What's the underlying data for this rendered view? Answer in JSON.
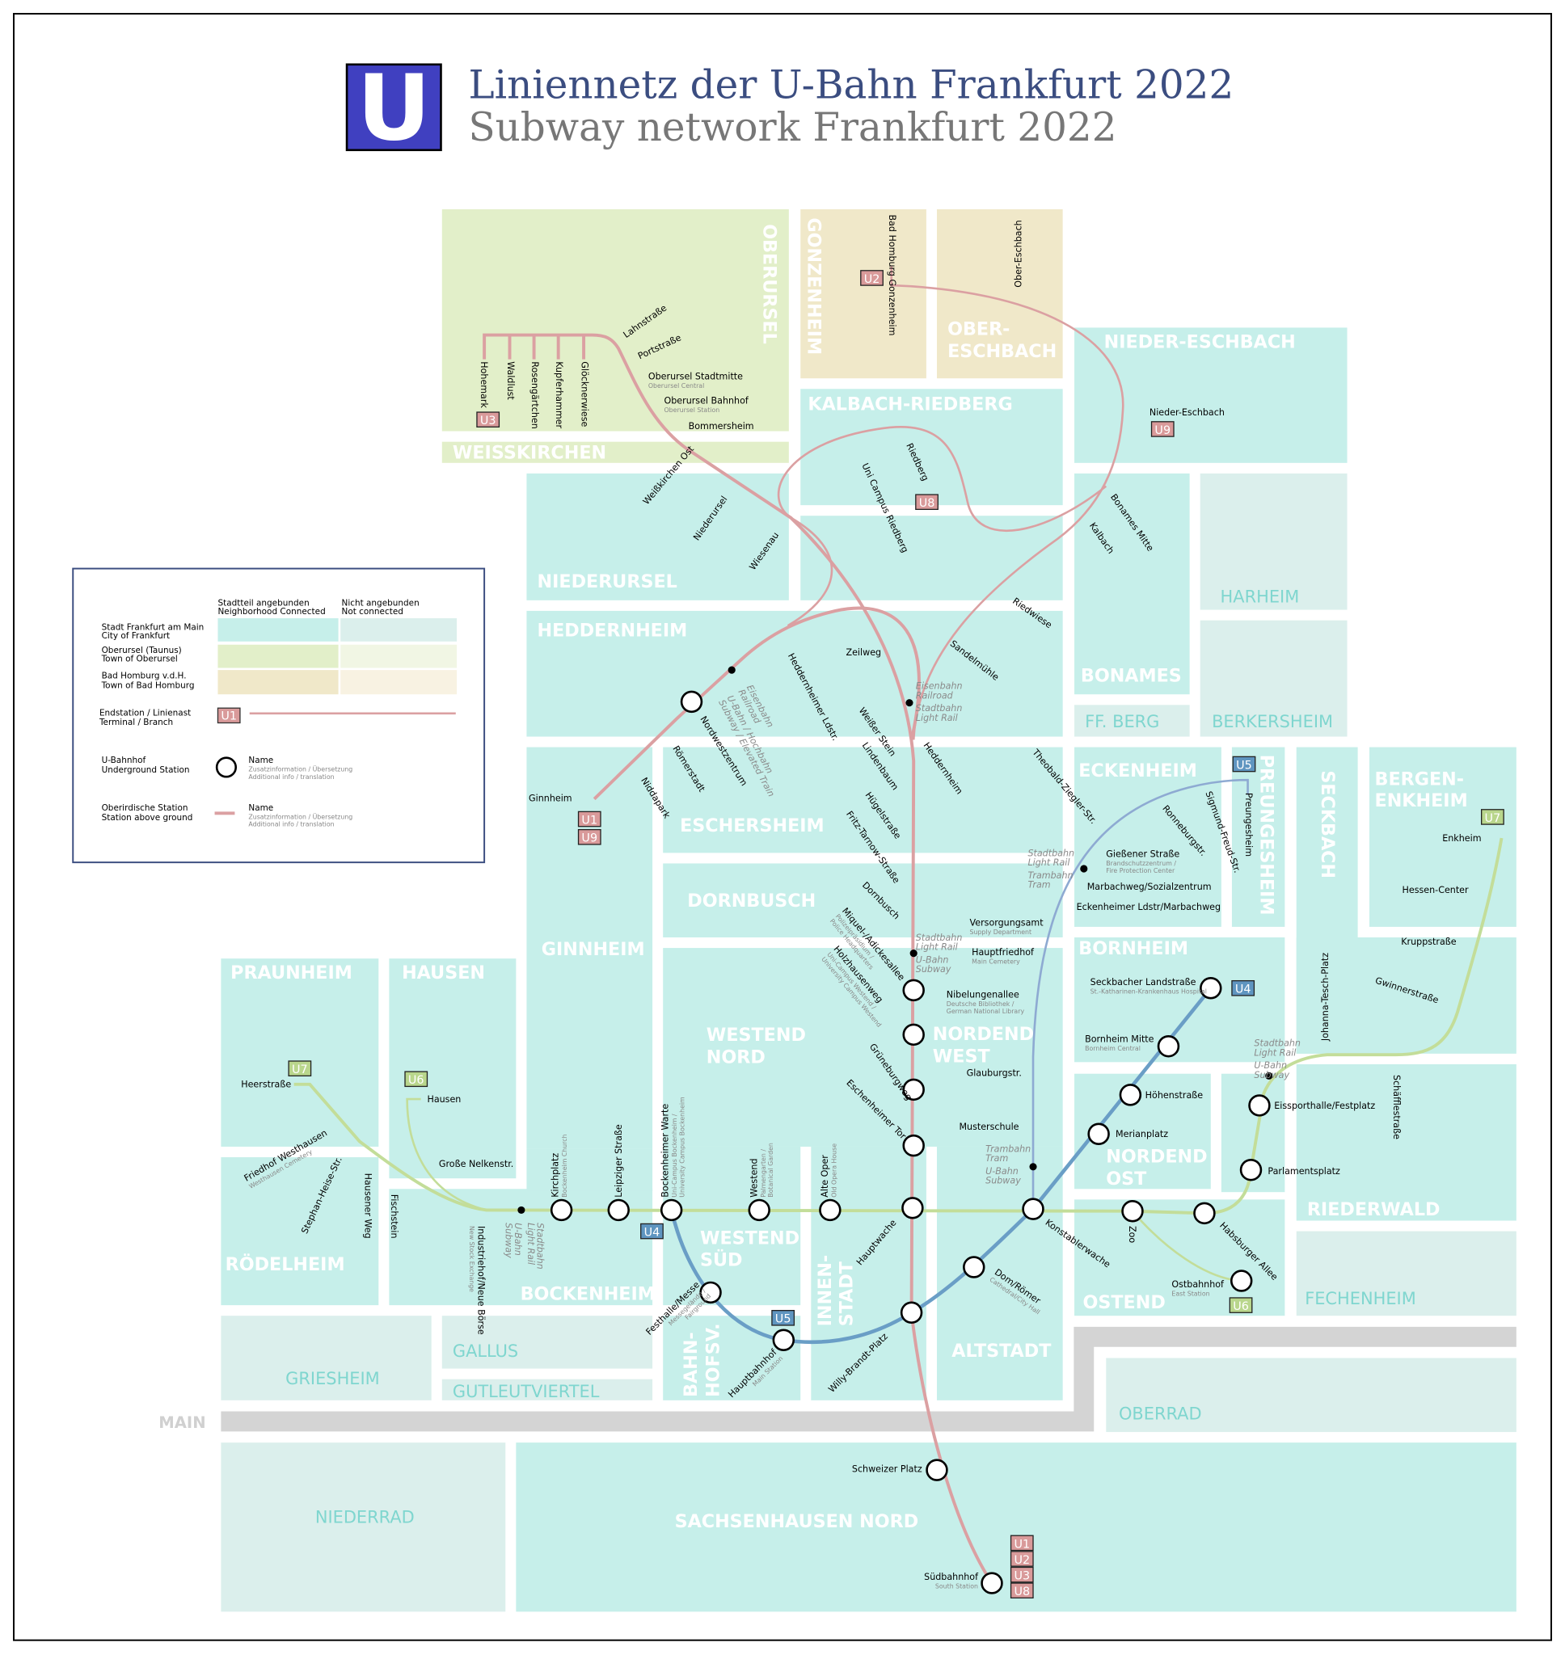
{
  "title": {
    "de": "Liniennetz der U-Bahn Frankfurt 2022",
    "en": "Subway network Frankfurt 2022",
    "logo_letter": "U"
  },
  "colors": {
    "frankfurt": "#c6efea",
    "frankfurt_nc": "#dbefec",
    "oberursel": "#e2efc9",
    "oberursel_nc": "#f1f6e4",
    "badhomburg": "#f0e8c9",
    "badhomburg_nc": "#f8f2e2",
    "pink": "#dba0a2",
    "blue_u4": "#6a9ec6",
    "blue_u5": "#8eaad2",
    "green": "#c3dd99",
    "river": "#d4d4d4",
    "title": "#3b4d80",
    "subtitle": "#777777",
    "logo": "#4040c0"
  },
  "legend": {
    "col1": [
      "Stadtteil angebunden",
      "Neighborhood Connected"
    ],
    "col2": [
      "Nicht angebunden",
      "Not connected"
    ],
    "rows": [
      [
        "Stadt Frankfurt am Main",
        "City of Frankfurt"
      ],
      [
        "Oberursel (Taunus)",
        "Town of Oberursel"
      ],
      [
        "Bad Homburg v.d.H.",
        "Town of Bad Homburg"
      ]
    ],
    "terminal": [
      "Endstation / Linienast",
      "Terminal / Branch"
    ],
    "terminal_badge": "U1",
    "underground": [
      "U-Bahnhof",
      "Underground Station"
    ],
    "above": [
      "Oberirdische Station",
      "Station above ground"
    ],
    "name": "Name",
    "info": [
      "Zusatzinformation / Übersetzung",
      "Additional info / translation"
    ]
  },
  "river": "MAIN",
  "districts": [
    "OBERURSEL",
    "WEISSKIRCHEN",
    "GONZENHEIM",
    "OBER-",
    "ESCHBACH",
    "NIEDER-ESCHBACH",
    "KALBACH-RIEDBERG",
    "NIEDERURSEL",
    "HEDDERNHEIM",
    "BONAMES",
    "HARHEIM",
    "BERKERSHEIM",
    "FF. BERG",
    "GINNHEIM",
    "ESCHERSHEIM",
    "DORNBUSCH",
    "ECKENHEIM",
    "PREUNGESHEIM",
    "SECKBACH",
    "BERGEN-",
    "ENKHEIM",
    "WESTEND",
    "NORD",
    "NORDEND",
    "WEST",
    "BORNHEIM",
    "NORDEND",
    "OST",
    "RIEDERWALD",
    "FECHENHEIM",
    "OSTEND",
    "PRAUNHEIM",
    "HAUSEN",
    "RÖDELHEIM",
    "BOCKENHEIM",
    "WESTEND",
    "SÜD",
    "INNEN-",
    "STADT",
    "ALTSTADT",
    "BAHNHOFSV.",
    "GRIESHEIM",
    "GALLUS",
    "GUTLEUTVIERTEL",
    "OBERRAD",
    "NIEDERRAD",
    "SACHSENHAUSEN NORD",
    "BAHN-",
    "HOFSV."
  ],
  "stations": [
    {
      "name": "Hohemark"
    },
    {
      "name": "Waldlust"
    },
    {
      "name": "Rosengärtchen"
    },
    {
      "name": "Kupferhammer"
    },
    {
      "name": "Glöcknerwiese"
    },
    {
      "name": "Lahnstraße"
    },
    {
      "name": "Portstraße"
    },
    {
      "name": "Oberursel Stadtmitte",
      "sub": "Oberursel Central"
    },
    {
      "name": "Oberursel Bahnhof",
      "sub": "Oberursel Station"
    },
    {
      "name": "Bommersheim"
    },
    {
      "name": "Weißkirchen Ost"
    },
    {
      "name": "Niederursel"
    },
    {
      "name": "Wiesenau"
    },
    {
      "name": "Uni Campus Riedberg"
    },
    {
      "name": "Riedberg"
    },
    {
      "name": "Bad Homburg Gonzenheim"
    },
    {
      "name": "Ober-Eschbach"
    },
    {
      "name": "Nieder-Eschbach"
    },
    {
      "name": "Bonames Mitte"
    },
    {
      "name": "Kalbach"
    },
    {
      "name": "Riedwiese"
    },
    {
      "name": "Sandelmühle"
    },
    {
      "name": "Zeilweg"
    },
    {
      "name": "Heddernheimer Ldstr."
    },
    {
      "name": "Nordwestzentrum"
    },
    {
      "name": "Römerstadt"
    },
    {
      "name": "Niddapark"
    },
    {
      "name": "Ginnheim"
    },
    {
      "name": "Weißer Stein"
    },
    {
      "name": "Lindenbaum"
    },
    {
      "name": "Heddernheim"
    },
    {
      "name": "Hügelstraße"
    },
    {
      "name": "Fritz-Tarnow-Straße"
    },
    {
      "name": "Dornbusch"
    },
    {
      "name": "Miquel-/Adickesallee",
      "sub": "Polizeipräsidium / Police Headquarters"
    },
    {
      "name": "Holzhausenweg",
      "sub": "Uni-Campus Westend / University Campus Westend"
    },
    {
      "name": "Grüneburgweg"
    },
    {
      "name": "Eschenheimer Tor"
    },
    {
      "name": "Hauptwache"
    },
    {
      "name": "Willy-Brandt-Platz"
    },
    {
      "name": "Schweizer Platz"
    },
    {
      "name": "Südbahnhof",
      "sub": "South Station"
    },
    {
      "name": "Theobald-Ziegler-Str."
    },
    {
      "name": "Gießener Straße",
      "sub": "Brandschutzzentrum / Fire Protection Center"
    },
    {
      "name": "Ronneburgstr."
    },
    {
      "name": "Sigmund-Freud-Str."
    },
    {
      "name": "Preungesheim"
    },
    {
      "name": "Marbachweg/Sozialzentrum"
    },
    {
      "name": "Eckenheimer Ldstr/Marbachweg"
    },
    {
      "name": "Versorgungsamt",
      "sub": "Supply Department"
    },
    {
      "name": "Hauptfriedhof",
      "sub": "Main Cemetery"
    },
    {
      "name": "Nibelungenallee",
      "sub": "Deutsche Bibliothek / German National Library"
    },
    {
      "name": "Glauburgstr."
    },
    {
      "name": "Musterschule"
    },
    {
      "name": "Konstablerwache"
    },
    {
      "name": "Dom/Römer",
      "sub": "Cathedral/City Hall"
    },
    {
      "name": "Merianplatz"
    },
    {
      "name": "Höhenstraße"
    },
    {
      "name": "Bornheim Mitte",
      "sub": "Bornheim Central"
    },
    {
      "name": "Seckbacher Landstraße",
      "sub": "St.-Katharinen-Krankenhaus Hospital"
    },
    {
      "name": "Festhalle/Messe",
      "sub": "Messegelände / Fairground"
    },
    {
      "name": "Hauptbahnhof",
      "sub": "Main Station"
    },
    {
      "name": "Heerstraße"
    },
    {
      "name": "Friedhof Westhausen",
      "sub": "Westhausen Cemetery"
    },
    {
      "name": "Stephan-Heise-Str."
    },
    {
      "name": "Hausener Weg"
    },
    {
      "name": "Fischstein"
    },
    {
      "name": "Hausen"
    },
    {
      "name": "Große Nelkenstr."
    },
    {
      "name": "Industriehof/Neue Börse",
      "sub": "New Stock Exchange"
    },
    {
      "name": "Kirchplatz",
      "sub": "Bockenheim Church"
    },
    {
      "name": "Leipziger Straße"
    },
    {
      "name": "Bockenheimer Warte",
      "sub": "Uni-Campus Bockenheim / University Campus Bockenheim"
    },
    {
      "name": "Westend",
      "sub": "Palmengarten / Botanical Garden"
    },
    {
      "name": "Alte Oper",
      "sub": "Old Opera House"
    },
    {
      "name": "Zoo"
    },
    {
      "name": "Habsburger Allee"
    },
    {
      "name": "Ostbahnhof",
      "sub": "East Station"
    },
    {
      "name": "Parlamentsplatz"
    },
    {
      "name": "Eissporthalle/Festplatz"
    },
    {
      "name": "Johanna-Tesch-Platz"
    },
    {
      "name": "Schäfflestraße"
    },
    {
      "name": "Gwinnerstraße"
    },
    {
      "name": "Kruppstraße"
    },
    {
      "name": "Hessen-Center"
    },
    {
      "name": "Enkheim"
    }
  ],
  "badges": [
    {
      "label": "U3",
      "line": "pink"
    },
    {
      "label": "U2",
      "line": "pink"
    },
    {
      "label": "U9",
      "line": "pink"
    },
    {
      "label": "U8",
      "line": "pink"
    },
    {
      "label": "U1",
      "line": "pink"
    },
    {
      "label": "U9",
      "line": "pink"
    },
    {
      "label": "U4",
      "line": "blue"
    },
    {
      "label": "U5",
      "line": "blue"
    },
    {
      "label": "U4",
      "line": "blue"
    },
    {
      "label": "U5",
      "line": "blue"
    },
    {
      "label": "U7",
      "line": "green"
    },
    {
      "label": "U6",
      "line": "green"
    },
    {
      "label": "U7",
      "line": "green"
    },
    {
      "label": "U6",
      "line": "green"
    },
    {
      "label": "U1",
      "line": "pink"
    },
    {
      "label": "U2",
      "line": "pink"
    },
    {
      "label": "U3",
      "line": "pink"
    },
    {
      "label": "U8",
      "line": "pink"
    }
  ],
  "notes": [
    [
      "Eisenbahn",
      "Railroad",
      "U-Bahn / Hochbahn",
      "Subway / Elevated Train"
    ],
    [
      "Eisenbahn",
      "Railroad",
      "Stadtbahn",
      "Light Rail"
    ],
    [
      "Stadtbahn",
      "Light Rail",
      "U-Bahn",
      "Subway"
    ],
    [
      "Stadtbahn",
      "Light Rail",
      "Trambahn",
      "Tram"
    ],
    [
      "Trambahn",
      "Tram",
      "U-Bahn",
      "Subway"
    ],
    [
      "Stadtbahn",
      "Light Rail",
      "U-Bahn",
      "Subway"
    ],
    [
      "Stadtbahn",
      "Light Rail",
      "U-Bahn",
      "Subway"
    ]
  ]
}
